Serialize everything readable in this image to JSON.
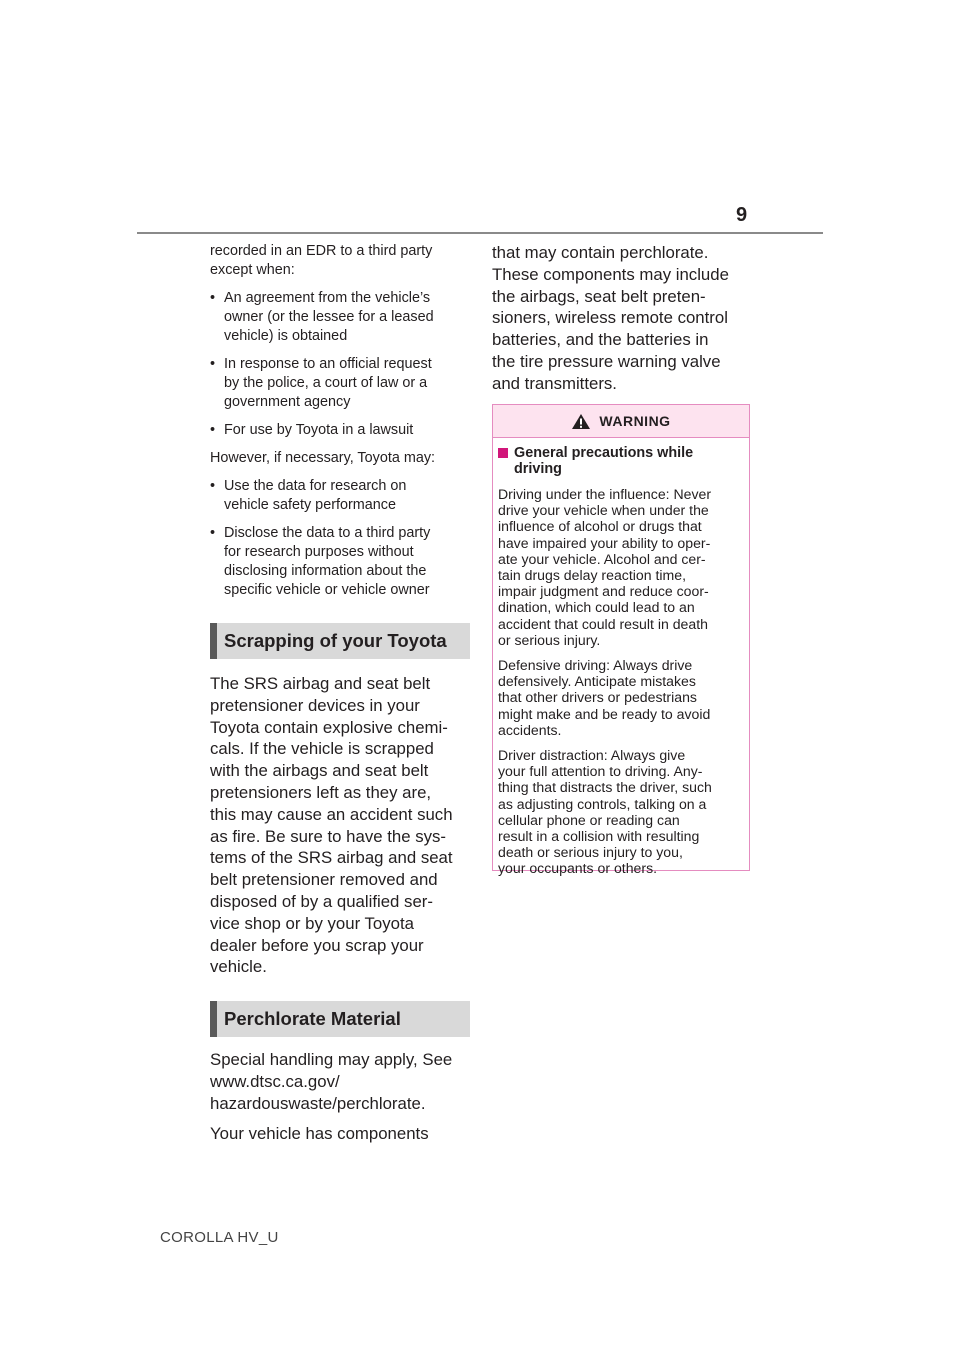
{
  "page": {
    "number": "9",
    "footer": "COROLLA HV_U"
  },
  "left_column": {
    "intro_lines": [
      "recorded in an EDR to a third party",
      "except when:"
    ],
    "bullets_1": [
      [
        "An agreement from the vehicle’s",
        "owner (or the lessee for a leased",
        "vehicle) is obtained"
      ],
      [
        "In response to an official request",
        "by the police, a court of law or a",
        "government agency"
      ],
      [
        "For use by Toyota in a lawsuit"
      ]
    ],
    "however": "However, if necessary, Toyota may:",
    "bullets_2": [
      [
        "Use the data for research on",
        "vehicle safety performance"
      ],
      [
        "Disclose the data to a third party",
        "for research purposes without",
        "disclosing information about the",
        "specific vehicle or vehicle owner"
      ]
    ],
    "bullet_symbol": "•",
    "section_scrapping": {
      "heading": "Scrapping of your Toyota",
      "lines": [
        "The SRS airbag and seat belt",
        "pretensioner devices in your",
        "Toyota contain explosive chemi-",
        "cals. If the vehicle is scrapped",
        "with the airbags and seat belt",
        "pretensioners left as they are,",
        "this may cause an accident such",
        "as fire. Be sure to have the sys-",
        "tems of the SRS airbag and seat",
        "belt pretensioner removed and",
        "disposed of by a qualified ser-",
        "vice shop or by your Toyota",
        "dealer before you scrap your",
        "vehicle."
      ]
    },
    "section_perchlorate": {
      "heading": "Perchlorate Material",
      "para1_lines": [
        "Special handling may apply, See",
        "www.dtsc.ca.gov/",
        "hazardouswaste/perchlorate."
      ],
      "para2_lines": [
        "Your vehicle has components"
      ]
    }
  },
  "right_column": {
    "continuation_lines": [
      "that may contain perchlorate.",
      "These components may include",
      "the airbags, seat belt preten-",
      "sioners, wireless remote control",
      "batteries, and the batteries in",
      "the tire pressure warning valve",
      "and transmitters."
    ],
    "warning": {
      "title": "WARNING",
      "subheading_lines": [
        "General precautions while",
        "driving"
      ],
      "paragraphs": [
        [
          "Driving under the influence: Never",
          "drive your vehicle when under the",
          "influence of alcohol or drugs that",
          "have impaired your ability to oper-",
          "ate your vehicle. Alcohol and cer-",
          "tain drugs delay reaction time,",
          "impair judgment and reduce coor-",
          "dination, which could lead to an",
          "accident that could result in death",
          "or serious injury."
        ],
        [
          "Defensive driving: Always drive",
          "defensively. Anticipate mistakes",
          "that other drivers or pedestrians",
          "might make and be ready to avoid",
          "accidents."
        ],
        [
          "Driver distraction: Always give",
          "your full attention to driving. Any-",
          "thing that distracts the driver, such",
          "as adjusting controls, talking on a",
          "cellular phone or reading can",
          "result in a collision with resulting",
          "death or serious injury to you,",
          "your occupants or others."
        ]
      ]
    }
  },
  "colors": {
    "warning_border": "#e58cc0",
    "warning_header_bg": "#fde3ef",
    "warning_square": "#d1167a",
    "heading_bg": "#d9d9d9",
    "heading_bar": "#595959"
  }
}
